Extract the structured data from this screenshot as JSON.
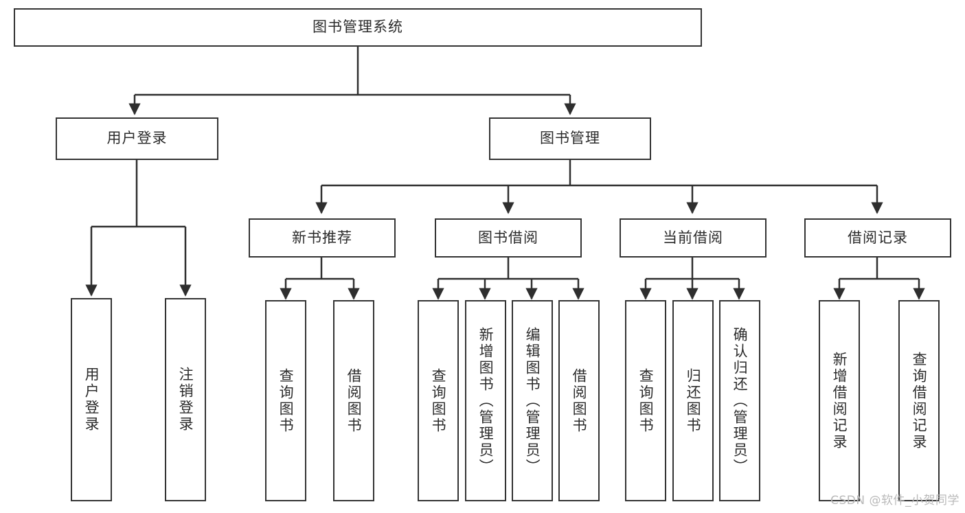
{
  "diagram": {
    "title": "图书管理系统",
    "type": "tree-hierarchy-diagram",
    "root": {
      "id": "root",
      "label": "图书管理系统"
    },
    "level1": [
      {
        "id": "user-login",
        "label": "用户登录"
      },
      {
        "id": "book-management",
        "label": "图书管理"
      }
    ],
    "level2": [
      {
        "id": "new-book-recommend",
        "label": "新书推荐",
        "parent": "book-management"
      },
      {
        "id": "book-borrow",
        "label": "图书借阅",
        "parent": "book-management"
      },
      {
        "id": "current-borrow",
        "label": "当前借阅",
        "parent": "book-management"
      },
      {
        "id": "borrow-record",
        "label": "借阅记录",
        "parent": "book-management"
      }
    ],
    "leaves": [
      {
        "id": "leaf-user-login",
        "label": "用户登录",
        "parent": "user-login"
      },
      {
        "id": "leaf-logout-login",
        "label": "注销登录",
        "parent": "user-login"
      },
      {
        "id": "leaf-query-book-1",
        "label": "查询图书",
        "parent": "new-book-recommend"
      },
      {
        "id": "leaf-borrow-book-1",
        "label": "借阅图书",
        "parent": "new-book-recommend"
      },
      {
        "id": "leaf-query-book-2",
        "label": "查询图书",
        "parent": "book-borrow"
      },
      {
        "id": "leaf-add-book",
        "label": "新增图书（管理员）",
        "parent": "book-borrow"
      },
      {
        "id": "leaf-edit-book",
        "label": "编辑图书（管理员）",
        "parent": "book-borrow"
      },
      {
        "id": "leaf-borrow-book-2",
        "label": "借阅图书",
        "parent": "book-borrow"
      },
      {
        "id": "leaf-query-book-3",
        "label": "查询图书",
        "parent": "current-borrow"
      },
      {
        "id": "leaf-return-book",
        "label": "归还图书",
        "parent": "current-borrow"
      },
      {
        "id": "leaf-confirm-return",
        "label": "确认归还（管理员）",
        "parent": "current-borrow"
      },
      {
        "id": "leaf-add-record",
        "label": "新增借阅记录",
        "parent": "borrow-record"
      },
      {
        "id": "leaf-query-record",
        "label": "查询借阅记录",
        "parent": "borrow-record"
      }
    ],
    "watermark": "CSDN @软件_小贺同学",
    "colors": {
      "box_border": "#333333",
      "box_fill": "#ffffff",
      "text": "#2b2b2b",
      "connector": "#2e2e2e",
      "background": "#ffffff",
      "watermark": "#b9b9b9"
    }
  }
}
